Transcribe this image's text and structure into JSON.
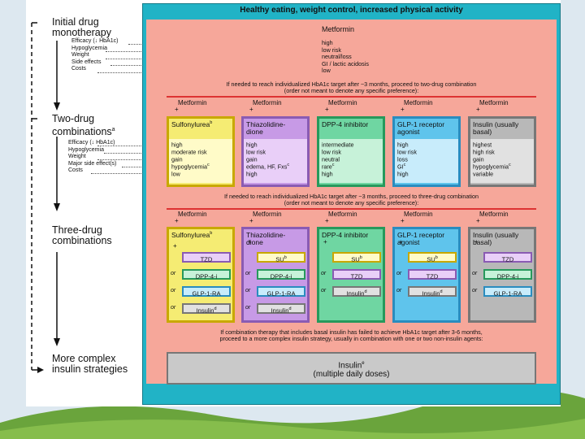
{
  "header": {
    "title": "Healthy eating, weight control, increased physical activity"
  },
  "stages": {
    "s1": {
      "line1": "Initial drug",
      "line2": "monotherapy",
      "rows": [
        "Efficacy (↓ HbA1c)",
        "Hypoglycemia",
        "Weight",
        "Side effects",
        "Costs"
      ]
    },
    "s2": {
      "line1": "Two-drug",
      "line2": "combinations",
      "sup": "a",
      "rows": [
        "Efficacy (↓ HbA1c)",
        "Hypoglycemia",
        "Weight",
        "Major side effect(s)",
        "Costs"
      ]
    },
    "s3": {
      "line1": "Three-drug",
      "line2": "combinations"
    },
    "s4": {
      "line1": "More complex",
      "line2": "insulin strategies"
    }
  },
  "mono": {
    "drug": "Metformin",
    "values": [
      "high",
      "low risk",
      "neutral/loss",
      "GI / lactic acidosis",
      "low"
    ],
    "note1": "If needed to reach individualized HbA1c target after ~3 months, proceed to two-drug combination",
    "note2": "(order not meant to denote any specific preference):"
  },
  "two": {
    "base": "Metformin",
    "plus": "+",
    "cols": [
      {
        "name1": "Sulfonylurea",
        "sup": "b",
        "name2": "",
        "values": [
          "high",
          "moderate risk",
          "gain",
          "hypoglycemia",
          "low"
        ],
        "valsup": [
          "",
          "",
          "",
          "c",
          ""
        ]
      },
      {
        "name1": "Thiazolidine-",
        "sup": "",
        "name2": "dione",
        "values": [
          "high",
          "low risk",
          "gain",
          "edema, HF, Fxs",
          "high"
        ],
        "valsup": [
          "",
          "",
          "",
          "c",
          ""
        ]
      },
      {
        "name1": "DPP-4 inhibitor",
        "sup": "",
        "name2": "",
        "values": [
          "intermediate",
          "low risk",
          "neutral",
          "rare",
          "high"
        ],
        "valsup": [
          "",
          "",
          "",
          "c",
          ""
        ]
      },
      {
        "name1": "GLP-1 receptor",
        "sup": "",
        "name2": "agonist",
        "values": [
          "high",
          "low risk",
          "loss",
          "GI",
          "high"
        ],
        "valsup": [
          "",
          "",
          "",
          "c",
          ""
        ]
      },
      {
        "name1": "Insulin (usually",
        "sup": "",
        "name2": "basal)",
        "values": [
          "highest",
          "high risk",
          "gain",
          "hypoglycemia",
          "variable"
        ],
        "valsup": [
          "",
          "",
          "",
          "c",
          ""
        ]
      }
    ],
    "note1": "If needed to reach individualized HbA1c target after ~3 months, proceed to three-drug combination",
    "note2": "(order not meant to denote any specific preference):"
  },
  "three": {
    "base": "Metformin",
    "plus": "+",
    "or": "or",
    "cols": [
      {
        "name1": "Sulfonylurea",
        "sup": "b",
        "name2": "",
        "opts": [
          {
            "t": "TZD",
            "s": ""
          },
          {
            "t": "DPP-4-i",
            "s": ""
          },
          {
            "t": "GLP-1-RA",
            "s": ""
          },
          {
            "t": "Insulin",
            "s": "d"
          }
        ]
      },
      {
        "name1": "Thiazolidine-",
        "sup": "",
        "name2": "dione",
        "opts": [
          {
            "t": "SU",
            "s": "b"
          },
          {
            "t": "DPP-4-i",
            "s": ""
          },
          {
            "t": "GLP-1-RA",
            "s": ""
          },
          {
            "t": "Insulin",
            "s": "d"
          }
        ]
      },
      {
        "name1": "DPP-4 inhibitor",
        "sup": "",
        "name2": "",
        "opts": [
          {
            "t": "SU",
            "s": "b"
          },
          {
            "t": "TZD",
            "s": ""
          },
          {
            "t": "Insulin",
            "s": "d"
          }
        ]
      },
      {
        "name1": "GLP-1 receptor",
        "sup": "",
        "name2": "agonist",
        "opts": [
          {
            "t": "SU",
            "s": "b"
          },
          {
            "t": "TZD",
            "s": ""
          },
          {
            "t": "Insulin",
            "s": "d"
          }
        ]
      },
      {
        "name1": "Insulin (usually",
        "sup": "",
        "name2": "basal)",
        "opts": [
          {
            "t": "TZD",
            "s": ""
          },
          {
            "t": "DPP-4-i",
            "s": ""
          },
          {
            "t": "GLP-1-RA",
            "s": ""
          }
        ]
      }
    ],
    "note1": "If combination therapy that includes basal insulin has failed to achieve HbA1c target after 3-6 months,",
    "note2": "proceed to a more complex insulin strategy, usually in combination with one or two non-insulin agents:"
  },
  "final": {
    "line1": "Insulin",
    "sup": "e",
    "line2": "(multiple daily doses)"
  },
  "colors": {
    "outer": "#21b3c6",
    "inner": "#f6a79a",
    "su": "#f5ec73",
    "tzd": "#c79ae6",
    "dpp4": "#6fd6a2",
    "glp1": "#5fc4ec",
    "insulin": "#b8b8b8",
    "cellYellow": "#fffbc8",
    "cellPurple": "#e9cff8",
    "cellGreen": "#c7f2d9",
    "cellBlue": "#c8ecfb",
    "cellGray": "#e1e1e1",
    "final": "#c9c9c9",
    "bar": "#dd3333"
  }
}
